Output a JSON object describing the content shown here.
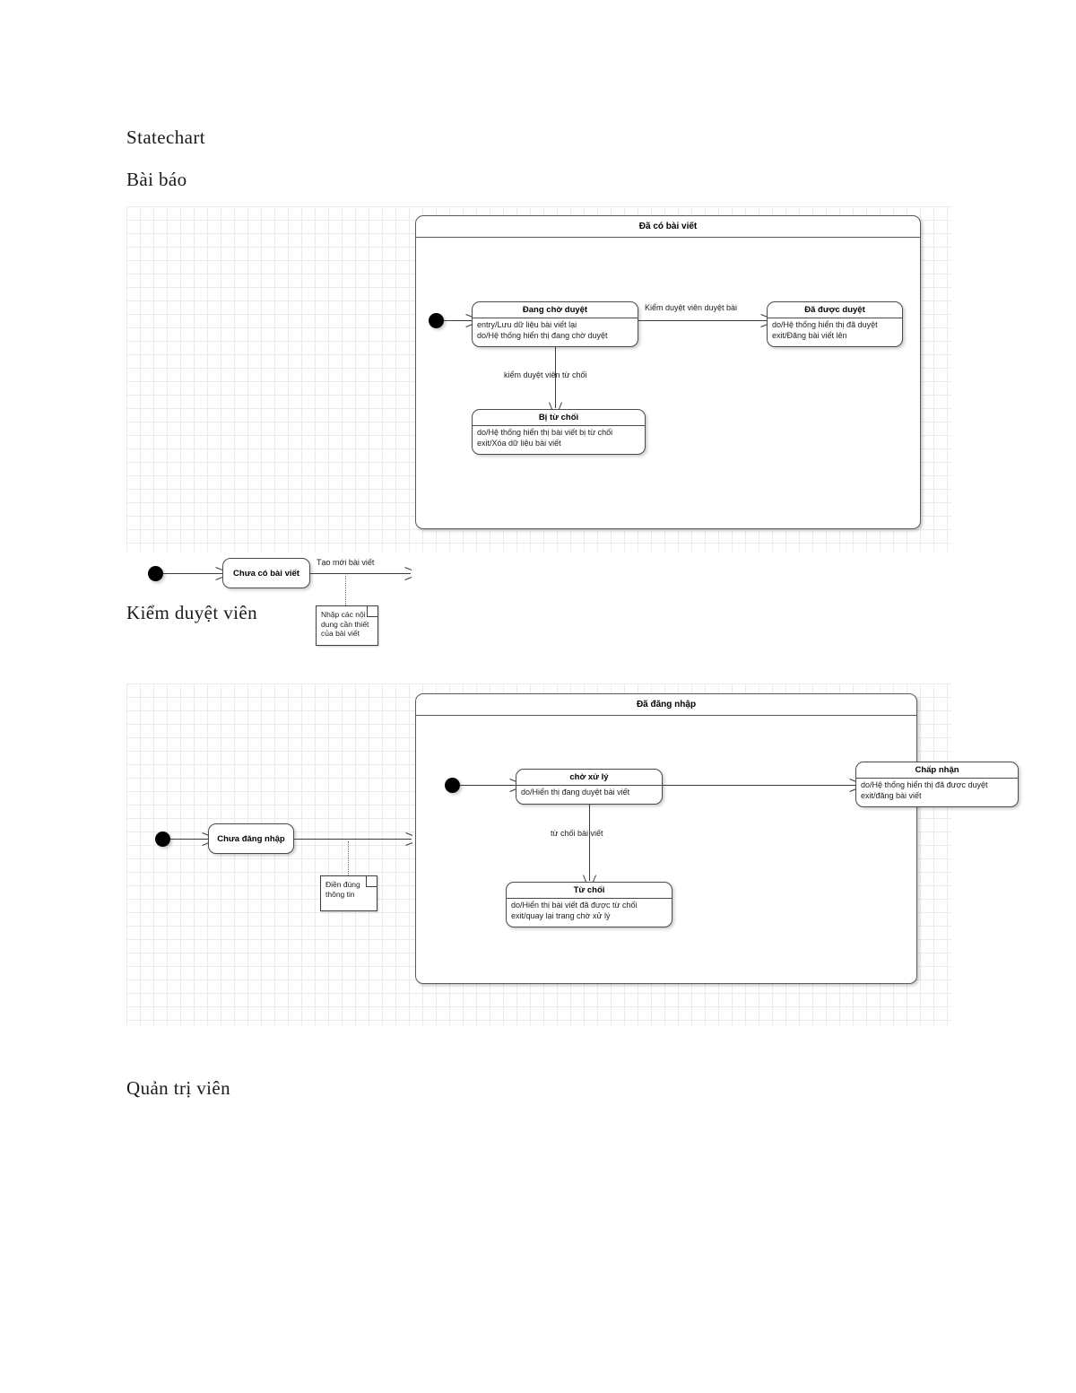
{
  "document": {
    "headings": {
      "statechart": "Statechart",
      "bai_bao": "Bài báo",
      "kiem_duyet_vien": "Kiểm duyệt viên",
      "quan_tri_vien": "Quản trị viên"
    }
  },
  "colors": {
    "grid_line": "#ebebeb",
    "state_border": "#4a4a4a",
    "connector": "#3a3a3a",
    "text": "#1c1c1c",
    "canvas": "#ffffff"
  },
  "diagrams": [
    {
      "id": "bai-bao",
      "title_heading": "Bài báo",
      "composite": {
        "name": "Đã có bài viết"
      },
      "states": [
        {
          "id": "chua-co-bai-viet",
          "name": "Chưa có bài viết",
          "body": []
        },
        {
          "id": "dang-cho-duyet",
          "name": "Đang chờ duyệt",
          "body": [
            "entry/Lưu dữ liệu bài viết lại",
            "do/Hệ thống hiển thị đang chờ duyệt"
          ]
        },
        {
          "id": "da-duoc-duyet",
          "name": "Đã được duyệt",
          "body": [
            "do/Hệ thống hiển thị đã duyệt",
            "exit/Đăng bài viết lên"
          ]
        },
        {
          "id": "bi-tu-choi",
          "name": "Bị từ chối",
          "body": [
            "do/Hệ thống hiển thị bài viết bị từ chối",
            "exit/Xóa dữ liệu bài viết"
          ]
        }
      ],
      "transitions": [
        {
          "id": "tao-moi-bai-viet",
          "label": "Tạo mới bài viết"
        },
        {
          "id": "kiem-duyet-vien-duyet-bai",
          "label": "Kiểm duyệt viên duyệt bài"
        },
        {
          "id": "kiem-duyet-vien-tu-choi",
          "label": "kiểm duyệt viên từ chối"
        }
      ],
      "notes": [
        {
          "id": "note-nhap-noi-dung",
          "lines": [
            "Nhập các nội",
            "dung cần thiết",
            "của bài viết"
          ]
        }
      ]
    },
    {
      "id": "kiem-duyet-vien",
      "title_heading": "Kiểm duyệt viên",
      "composite": {
        "name": "Đã đăng nhập"
      },
      "states": [
        {
          "id": "chua-dang-nhap",
          "name": "Chưa đăng nhập",
          "body": []
        },
        {
          "id": "cho-xu-ly",
          "name": "chờ xử lý",
          "body": [
            "do/Hiển thị đang duyệt bài viết"
          ]
        },
        {
          "id": "chap-nhan",
          "name": "Chấp nhận",
          "body": [
            "do/Hệ thống hiển thị đã được duyệt",
            "exit/đăng bài viết"
          ]
        },
        {
          "id": "tu-choi",
          "name": "Từ chối",
          "body": [
            "do/Hiển thị bài viết đã được từ chối",
            "exit/quay lại trang chờ xử lý"
          ]
        }
      ],
      "transitions": [
        {
          "id": "tu-choi-bai-viet",
          "label": "từ chối bài viết"
        }
      ],
      "notes": [
        {
          "id": "note-dien-dung-thong-tin",
          "lines": [
            "Điền đúng",
            "thông tin"
          ]
        }
      ]
    }
  ]
}
